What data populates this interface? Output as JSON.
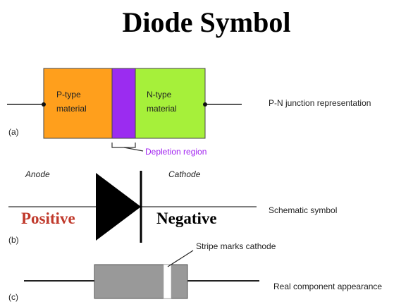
{
  "title": "Diode Symbol",
  "junction": {
    "part_label": "(a)",
    "p_label_line1": "P-type",
    "p_label_line2": "material",
    "n_label_line1": "N-type",
    "n_label_line2": "material",
    "depletion_label": "Depletion region",
    "caption": "P-N junction representation",
    "colors": {
      "p": "#ff9f1c",
      "depletion": "#9b2cf0",
      "n": "#a6f03a",
      "depletion_text": "#a020f0"
    }
  },
  "schematic": {
    "part_label": "(b)",
    "anode_label": "Anode",
    "cathode_label": "Cathode",
    "positive_label": "Positive",
    "negative_label": "Negative",
    "caption": "Schematic symbol",
    "colors": {
      "positive": "#c0392b",
      "negative": "#000000"
    }
  },
  "component": {
    "part_label": "(c)",
    "stripe_label": "Stripe marks cathode",
    "caption": "Real component appearance",
    "colors": {
      "body": "#999999",
      "stripe": "#ffffff"
    }
  }
}
